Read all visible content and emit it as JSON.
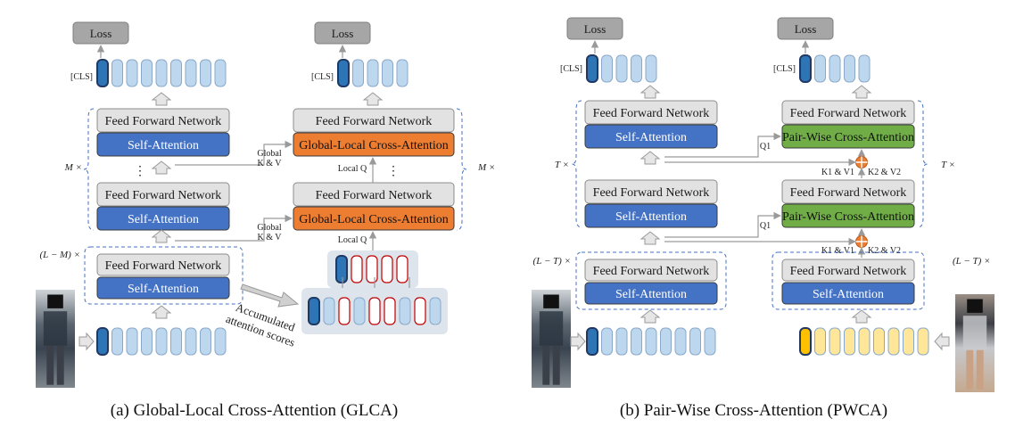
{
  "panels": {
    "glca": {
      "caption": "(a) Global-Local Cross-Attention (GLCA)",
      "loss": "Loss",
      "cls": "[CLS]",
      "ffn": "Feed Forward Network",
      "self_attention": "Self-Attention",
      "cross_attention": "Global-Local Cross-Attention",
      "global_kv_line1": "Global",
      "global_kv_line2": "K & V",
      "local_q": "Local Q",
      "repeat_m": "M ×",
      "repeat_lm": "(L − M) ×",
      "dots": "⋮",
      "accumulated_line1": "Accumulated",
      "accumulated_line2": "attention scores"
    },
    "pwca": {
      "caption": "(b) Pair-Wise Cross-Attention (PWCA)",
      "loss": "Loss",
      "cls": "[CLS]",
      "ffn": "Feed Forward Network",
      "self_attention": "Self-Attention",
      "cross_attention": "Pair-Wise Cross-Attention",
      "q1": "Q1",
      "k1v1": "K1 & V1",
      "k2v2": "K2 & V2",
      "repeat_t": "T ×",
      "repeat_lt": "(L − T) ×"
    }
  },
  "colors": {
    "ffn_fill": "#e2e2e2",
    "self_attention_fill": "#4472c4",
    "glca_fill": "#ed7d31",
    "pwca_fill": "#70ad47",
    "token_fill": "#bdd7ee",
    "cls_token_fill": "#2e75b6",
    "image2_token_fill": "#ffe699",
    "image2_cls_fill": "#ffc000",
    "selected_token_stroke": "#c00000",
    "loss_fill": "#a6a6a6",
    "plus_fill": "#ed7d31"
  },
  "icons": [
    "person-image-1",
    "person-image-2",
    "plus-circle-icon"
  ]
}
